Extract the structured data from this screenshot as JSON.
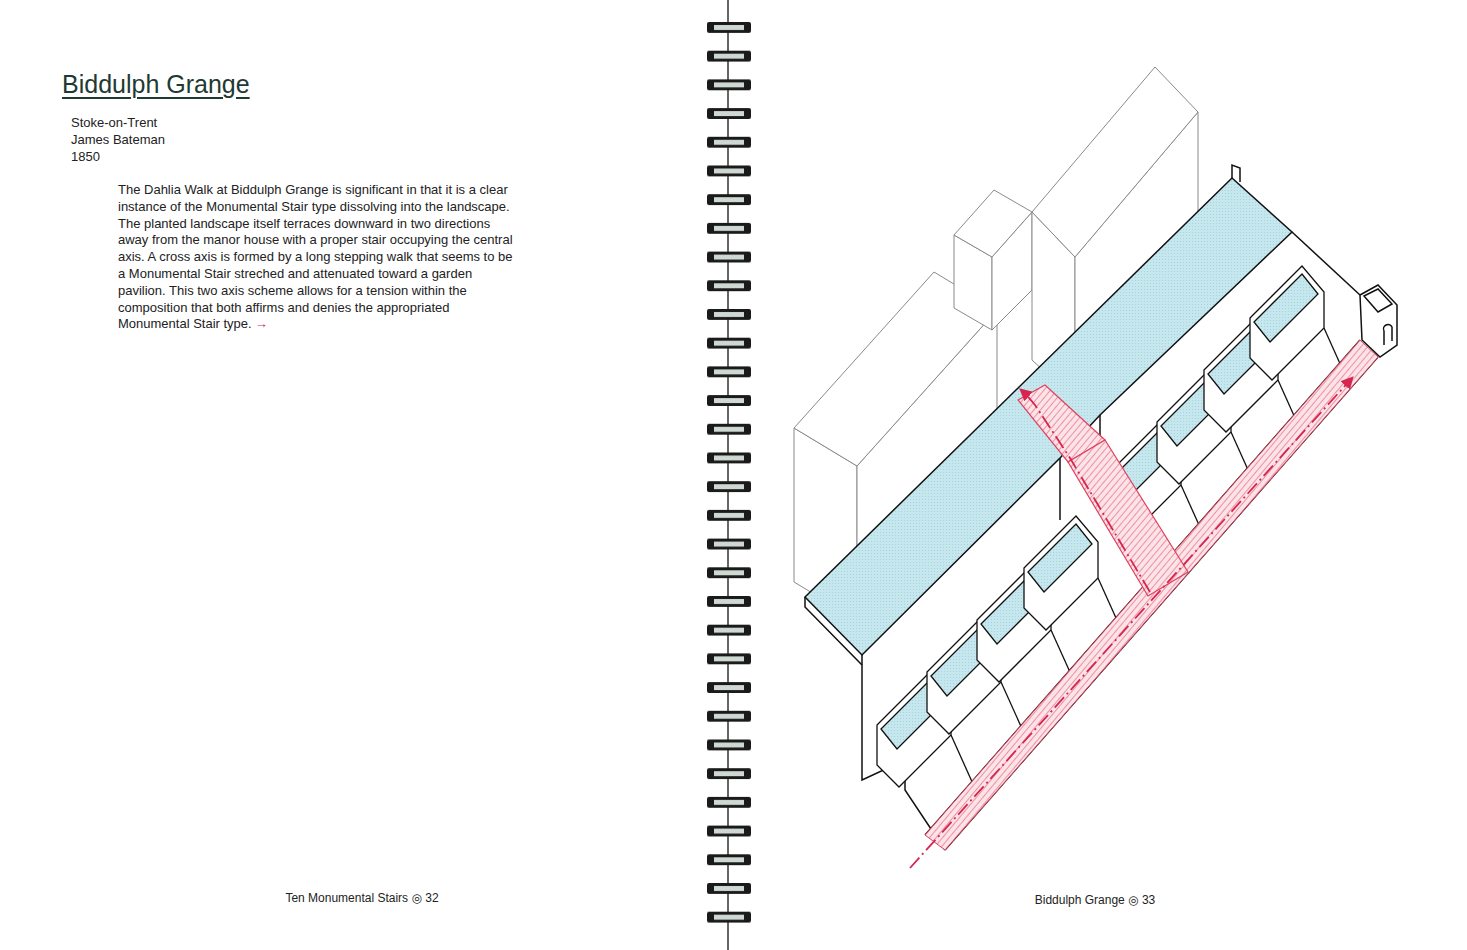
{
  "diagram": {
    "title": "Biddulph Grange",
    "labels": [
      "Stoke-on-Trent",
      "James Bateman",
      "1850",
      "The Dahlia Walk at Biddulph Grange is significant in that it is a clear instance of the Monumental Stair type dissolving into the landscape. The planted landscape itself terraces downward in two directions away from the manor house with a proper stair occupying the central axis. A cross axis is formed by a long stepping walk that seems to be a Monumental Stair streched and attenuated toward a garden pavilion. This two axis scheme allows for a tension within the composition that both affirms and denies the appropriated Monumental Stair type.",
      "→",
      "Ten Monumental Stairs ◎ 32",
      "Biddulph Grange ◎ 33"
    ]
  }
}
